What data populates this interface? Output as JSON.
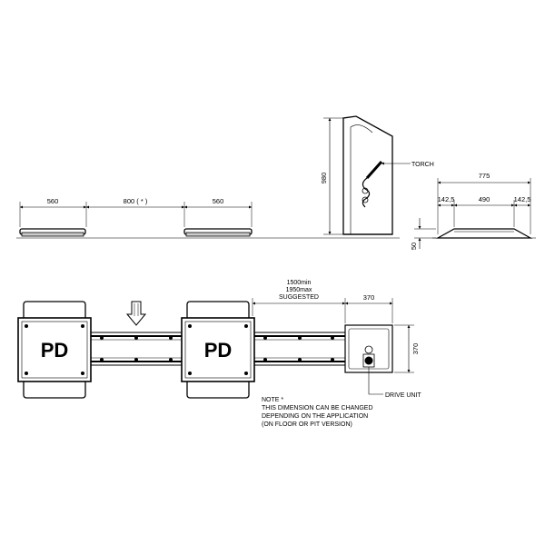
{
  "elevation_top": {
    "pad1_width": "560",
    "gap": "800 ( * )",
    "pad2_width": "560",
    "column_height": "980",
    "torch_label": "TORCH",
    "side_total": "775",
    "side_left": "142,5",
    "side_mid": "490",
    "side_right": "142,5",
    "side_height": "50"
  },
  "plan_view": {
    "pd_left": "PD",
    "pd_right": "PD",
    "spacing_line1": "1500min",
    "spacing_line2": "1950max",
    "spacing_line3": "SUGGESTED",
    "drive_width": "370",
    "drive_depth": "370",
    "drive_label": "DRIVE UNIT"
  },
  "note": {
    "line1": "NOTE *",
    "line2": "THIS DIMENSION CAN BE CHANGED",
    "line3": "DEPENDING ON THE APPLICATION",
    "line4": "(ON FLOOR OR PIT VERSION)"
  }
}
